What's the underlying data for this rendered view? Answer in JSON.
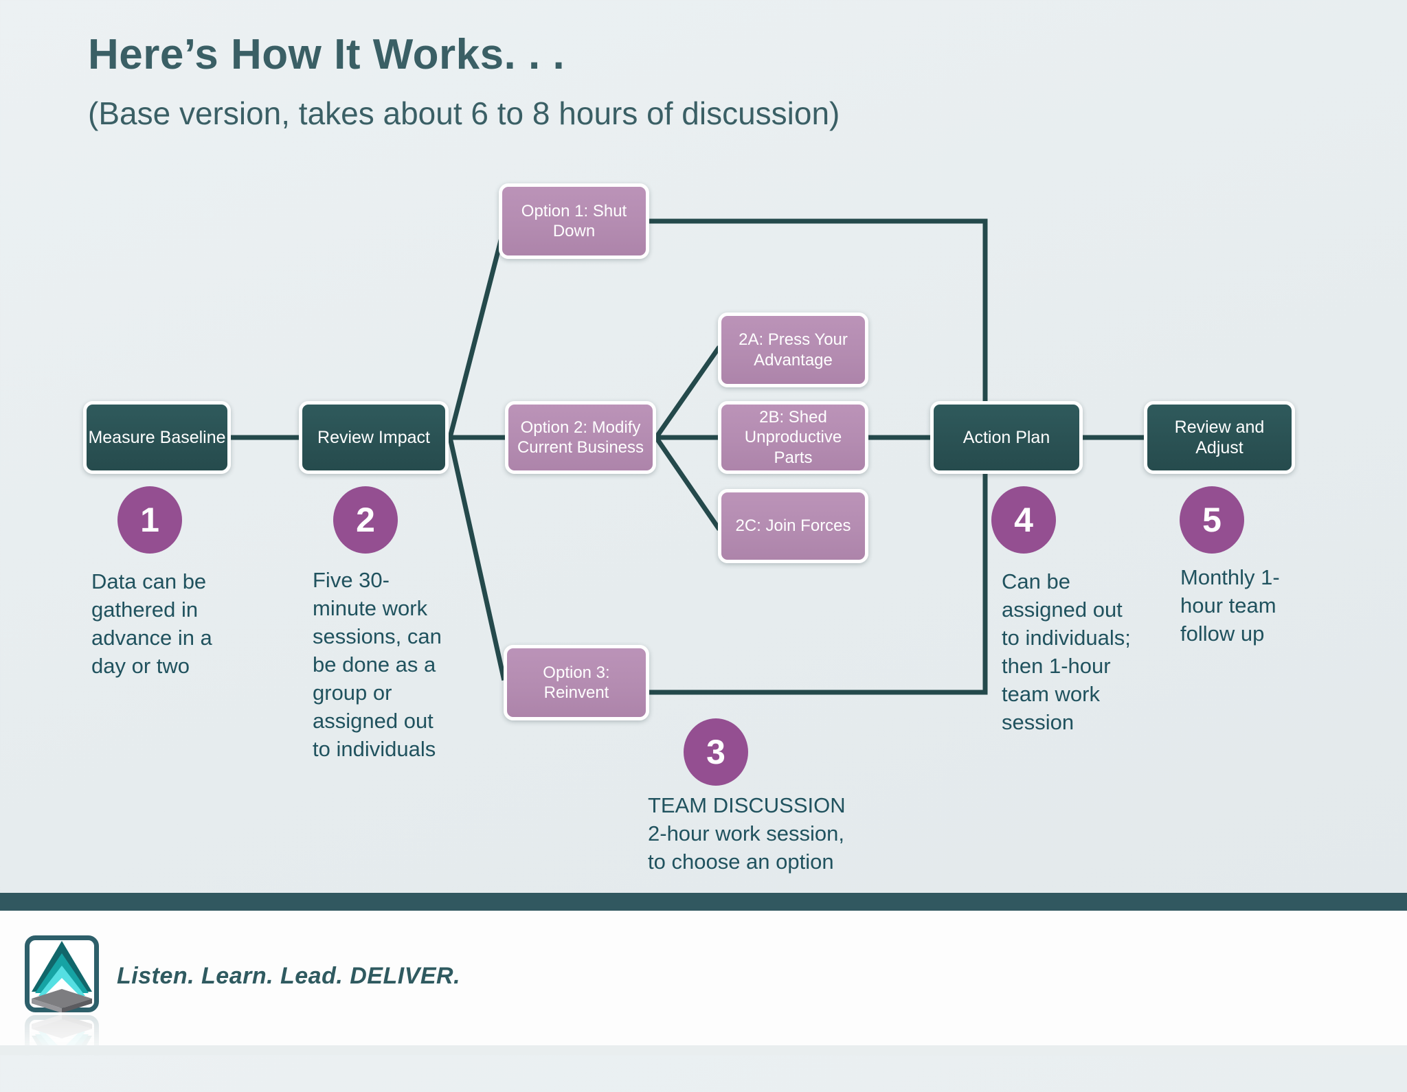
{
  "colors": {
    "background": "#e7edef",
    "stage_box": "#2b5355",
    "option_box": "#b48cb1",
    "step_circle": "#944f91",
    "connector": "#24494b",
    "title_text": "#3a5f65",
    "note_text": "#20525e",
    "footer_bar": "#315860",
    "tagline_text": "#2f5a60"
  },
  "header": {
    "title": "Here’s How It Works. . .",
    "subtitle": "(Base version, takes about 6 to 8 hours of discussion)"
  },
  "flow": {
    "stages": {
      "measure_baseline": {
        "label": "Measure Baseline"
      },
      "review_impact": {
        "label": "Review Impact"
      },
      "action_plan": {
        "label": "Action Plan"
      },
      "review_adjust": {
        "label": "Review and\nAdjust"
      }
    },
    "options": {
      "option1": {
        "label": "Option 1:  Shut\nDown"
      },
      "option2": {
        "label": "Option 2:  Modify\nCurrent  Business"
      },
      "option3": {
        "label": "Option 3:\nReinvent"
      },
      "sub2a": {
        "label": "2A: Press Your\nAdvantage"
      },
      "sub2b": {
        "label": "2B: Shed\nUnproductive\nParts"
      },
      "sub2c": {
        "label": "2C: Join Forces"
      }
    },
    "steps": {
      "step1": {
        "number": "1",
        "note": "Data can be\ngathered in\nadvance in a\nday or two"
      },
      "step2": {
        "number": "2",
        "note": "Five 30-\nminute  work\nsessions, can\nbe done as a\ngroup or\nassigned out\nto individuals"
      },
      "step3": {
        "number": "3",
        "note": "TEAM DISCUSSION\n2-hour work session,\nto choose an option"
      },
      "step4": {
        "number": "4",
        "note": "Can be\nassigned out\nto individuals;\nthen 1-hour\nteam work\nsession"
      },
      "step5": {
        "number": "5",
        "note": "Monthly 1-\nhour team\nfollow up"
      }
    }
  },
  "footer": {
    "tagline": "Listen. Learn. Lead. DELIVER."
  }
}
